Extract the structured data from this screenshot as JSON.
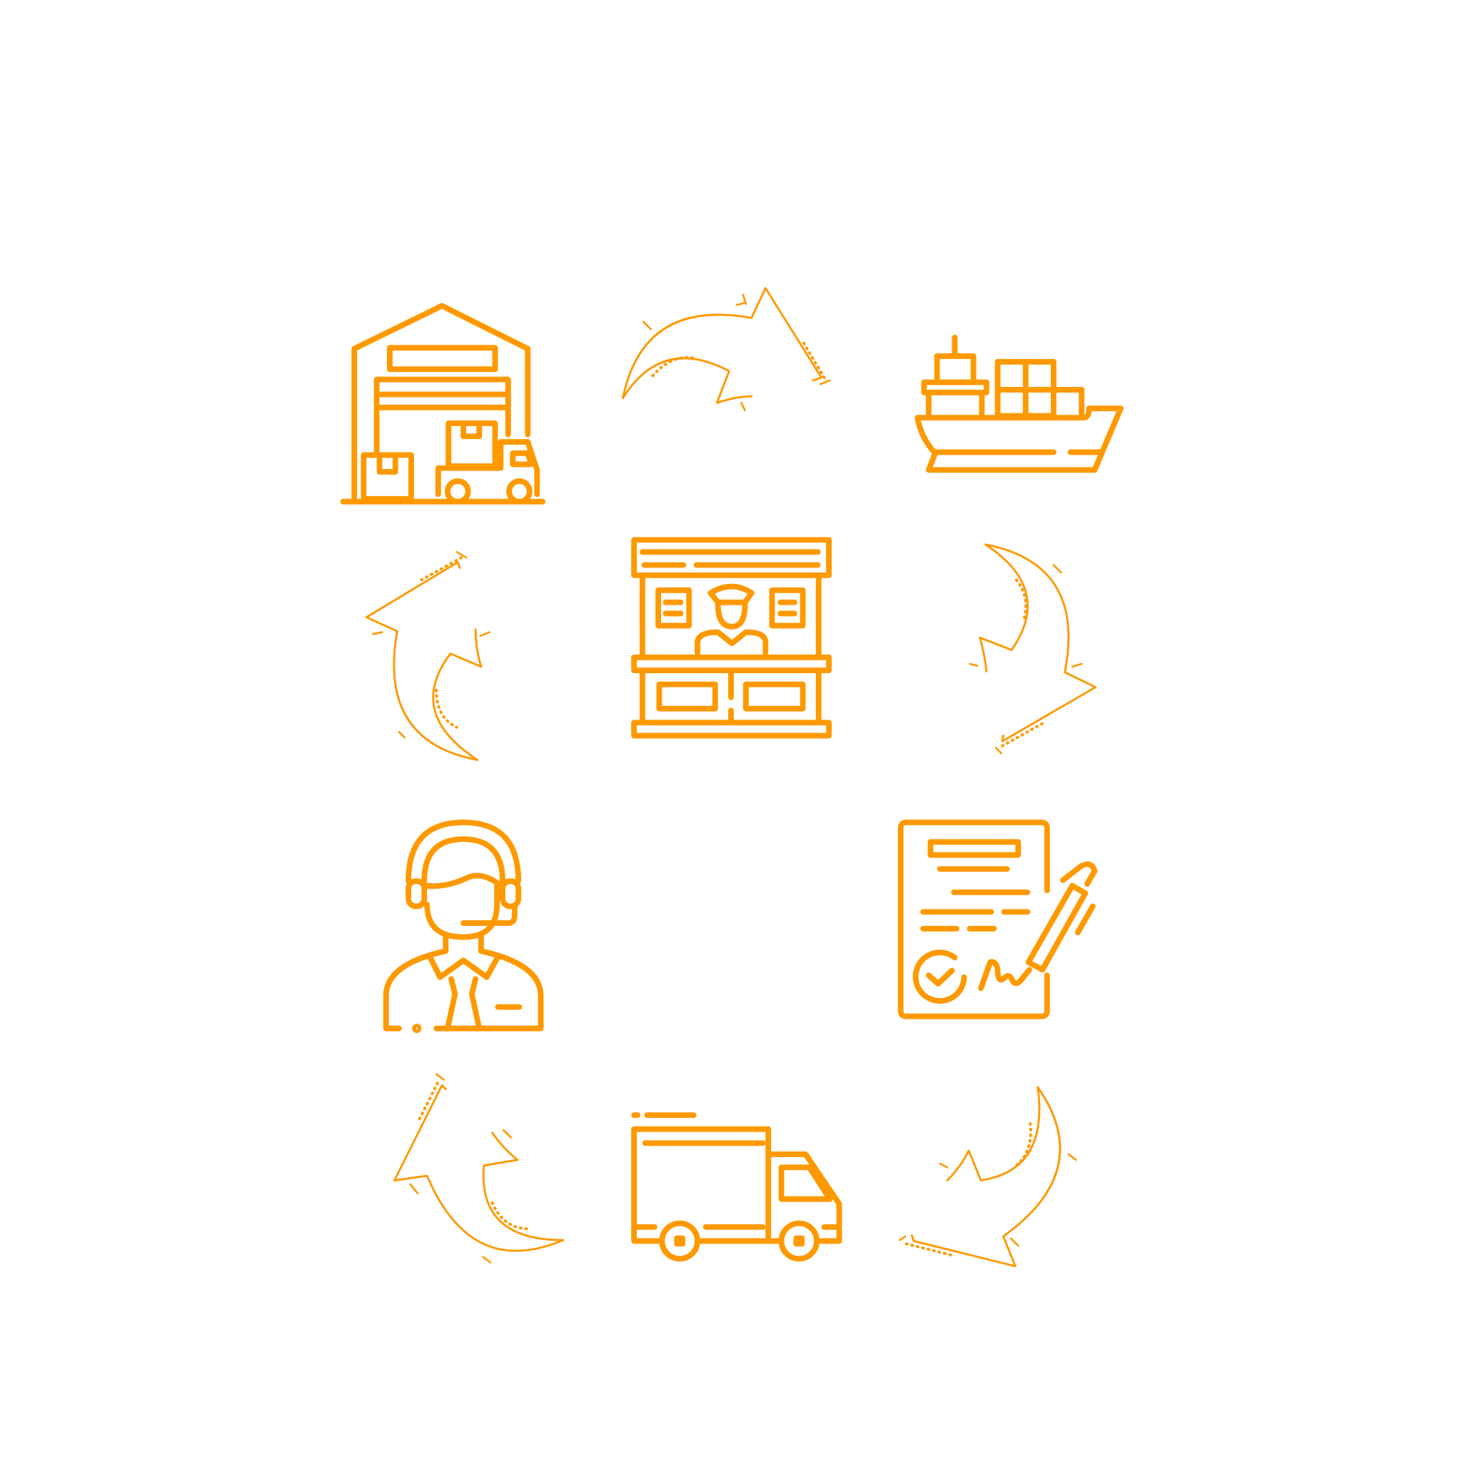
{
  "diagram": {
    "type": "logistics-cycle",
    "accent_color": "#FF9900",
    "background_color": "#FFFFFF",
    "nodes": [
      {
        "id": "warehouse",
        "icon": "warehouse-forklift-icon"
      },
      {
        "id": "shipping",
        "icon": "cargo-ship-icon"
      },
      {
        "id": "contract",
        "icon": "signed-document-icon"
      },
      {
        "id": "delivery",
        "icon": "delivery-truck-icon"
      },
      {
        "id": "support",
        "icon": "customer-support-agent-icon"
      },
      {
        "id": "customs",
        "icon": "customs-booth-icon"
      }
    ],
    "edges": [
      {
        "from": "warehouse",
        "to": "shipping"
      },
      {
        "from": "shipping",
        "to": "contract"
      },
      {
        "from": "contract",
        "to": "delivery"
      },
      {
        "from": "delivery",
        "to": "support"
      },
      {
        "from": "support",
        "to": "warehouse"
      }
    ]
  }
}
